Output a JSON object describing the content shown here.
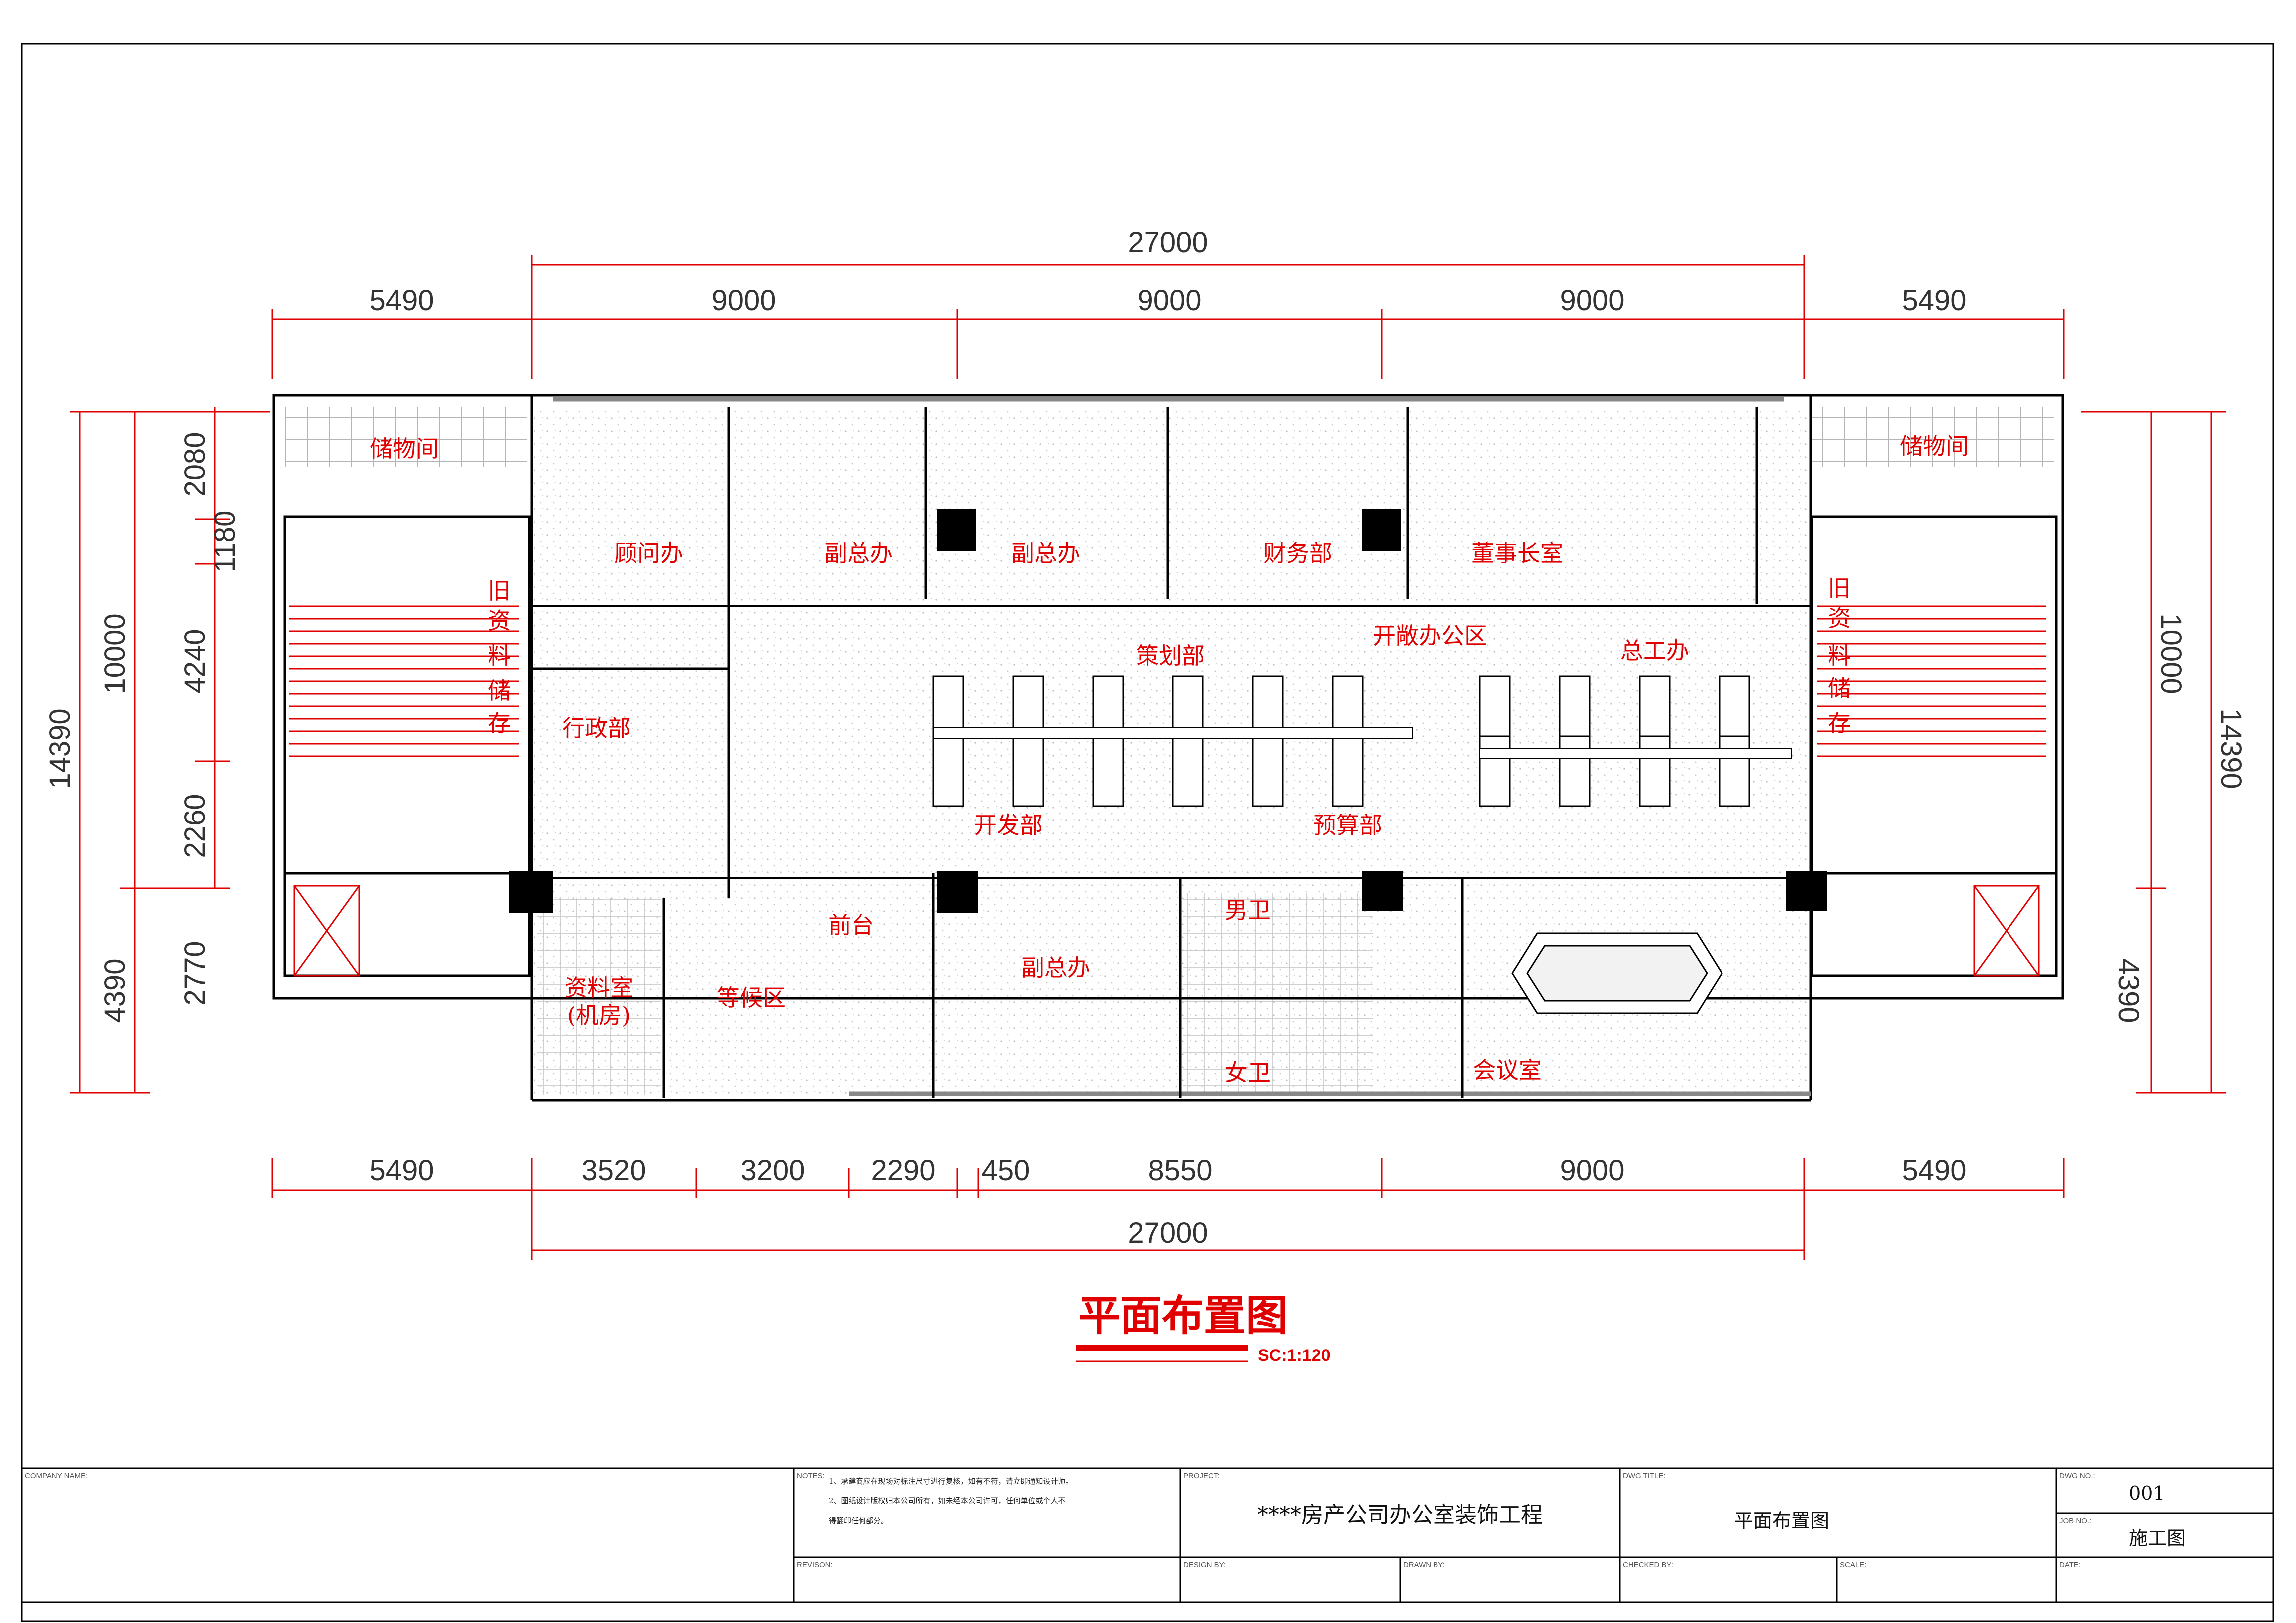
{
  "drawing": {
    "title": "平面布置图",
    "scale": "SC:1:120"
  },
  "dimensions": {
    "top_overall": "27000",
    "top_segments": [
      "5490",
      "9000",
      "9000",
      "9000",
      "5490"
    ],
    "bottom_segments": [
      "5490",
      "3520",
      "3200",
      "2290",
      "450",
      "8550",
      "9000",
      "5490"
    ],
    "bottom_overall": "27000",
    "left_inner": [
      "2080",
      "1180",
      "4240",
      "2260",
      "2770"
    ],
    "left_mid": [
      "10000",
      "4390"
    ],
    "left_outer": "14390",
    "right_mid": [
      "10000",
      "4390"
    ],
    "right_outer": "14390"
  },
  "rooms": {
    "storage_left": "储物间",
    "storage_right": "储物间",
    "consultant": "顾问办",
    "vp1": "副总办",
    "vp2": "副总办",
    "finance": "财务部",
    "chairman": "董事长室",
    "archive_left": [
      "旧",
      "资",
      "料",
      "储",
      "存"
    ],
    "archive_right": [
      "旧",
      "资",
      "料",
      "储",
      "存"
    ],
    "admin": "行政部",
    "planning": "策划部",
    "open_office": "开敞办公区",
    "chief_eng": "总工办",
    "development": "开发部",
    "budget": "预算部",
    "reception": "前台",
    "vp3": "副总办",
    "mens_wc": "男卫",
    "womens_wc": "女卫",
    "meeting": "会议室",
    "data_room": [
      "资料室",
      "(机房)"
    ],
    "waiting": "等候区"
  },
  "title_block": {
    "company_label": "COMPANY NAME:",
    "notes_label": "NOTES:",
    "notes": [
      "1、承建商应在现场对标注尺寸进行复核，如有不符，请立即通知设计师。",
      "2、图纸设计版权归本公司所有，如未经本公司许可，任何单位或个人不",
      "得翻印任何部分。"
    ],
    "revision_label": "REVISON:",
    "project_label": "PROJECT:",
    "project_name": "****房产公司办公室装饰工程",
    "design_by_label": "DESIGN BY:",
    "drawn_by_label": "DRAWN BY:",
    "dwg_title_label": "DWG TITLE:",
    "dwg_title": "平面布置图",
    "checked_by_label": "CHECKED BY:",
    "scale_label": "SCALE:",
    "dwg_no_label": "DWG NO.:",
    "dwg_no": "001",
    "job_no_label": "JOB NO.:",
    "job_no": "施工图",
    "date_label": "DATE:"
  },
  "colors": {
    "wall": "#000000",
    "annotation": "#e00000",
    "dimension_line": "#e00000",
    "hatch": "#b8b8b8"
  }
}
